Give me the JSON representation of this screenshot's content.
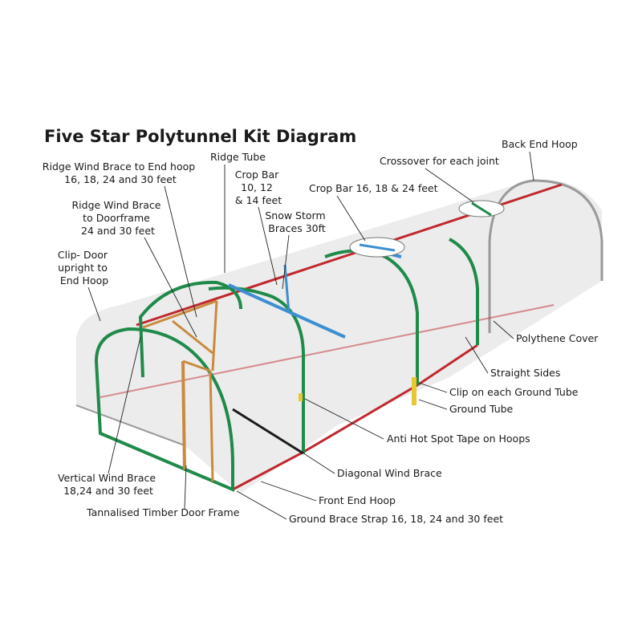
{
  "title": "Five Star Polytunnel Kit Diagram",
  "labels": {
    "ridge_wind_end": [
      "Ridge Wind Brace to End hoop",
      "16, 18, 24 and 30 feet"
    ],
    "ridge_tube": [
      "Ridge Tube"
    ],
    "crop_bar_small": [
      "Crop Bar",
      "10, 12",
      "& 14 feet"
    ],
    "snow_storm": [
      "Snow Storm",
      "Braces 30ft"
    ],
    "crop_bar_large": [
      "Crop Bar 16, 18 & 24 feet"
    ],
    "crossover": [
      "Crossover for each joint"
    ],
    "back_end_hoop": [
      "Back End Hoop"
    ],
    "ridge_wind_door": [
      "Ridge Wind Brace",
      "to Doorframe",
      "24 and 30 feet"
    ],
    "clip_door": [
      "Clip- Door",
      "upright to",
      "End Hoop"
    ],
    "polythene": [
      "Polythene Cover"
    ],
    "straight_sides": [
      "Straight Sides"
    ],
    "clip_ground": [
      "Clip on each Ground Tube"
    ],
    "ground_tube": [
      "Ground Tube"
    ],
    "anti_hot_spot": [
      "Anti Hot Spot Tape on Hoops"
    ],
    "diagonal_wind": [
      "Diagonal Wind Brace"
    ],
    "vertical_wind": [
      "Vertical Wind Brace",
      "18,24 and 30 feet"
    ],
    "front_end_hoop": [
      "Front End Hoop"
    ],
    "timber_door": [
      "Tannalised Timber Door Frame"
    ],
    "ground_strap": [
      "Ground Brace Strap 16, 18, 24 and 30 feet"
    ]
  },
  "colors": {
    "hoop": "#1f8a4a",
    "ridge": "#c0282d",
    "crop_bar": "#3d8fd0",
    "timber": "#c98a3e",
    "cover": "#dcdcdc",
    "diagonal": "#1a1a1a",
    "clip": "#e8c830"
  }
}
